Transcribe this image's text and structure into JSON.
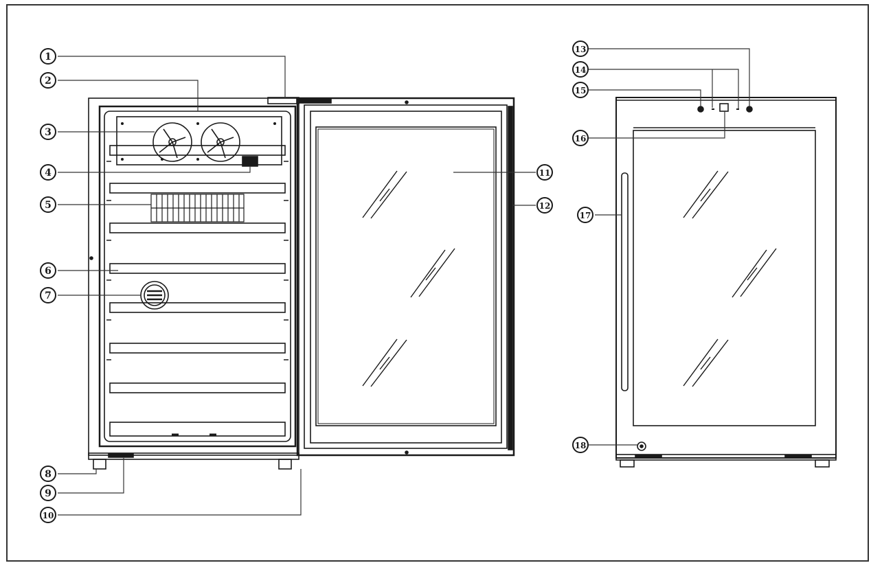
{
  "callouts": [
    {
      "id": "c1",
      "label": "1"
    },
    {
      "id": "c2",
      "label": "2"
    },
    {
      "id": "c3",
      "label": "3"
    },
    {
      "id": "c4",
      "label": "4"
    },
    {
      "id": "c5",
      "label": "5"
    },
    {
      "id": "c6",
      "label": "6"
    },
    {
      "id": "c7",
      "label": "7"
    },
    {
      "id": "c8",
      "label": "8"
    },
    {
      "id": "c9",
      "label": "9"
    },
    {
      "id": "c10",
      "label": "10"
    },
    {
      "id": "c11",
      "label": "11"
    },
    {
      "id": "c12",
      "label": "12"
    },
    {
      "id": "c13",
      "label": "13"
    },
    {
      "id": "c14",
      "label": "14"
    },
    {
      "id": "c15",
      "label": "15"
    },
    {
      "id": "c16",
      "label": "16"
    },
    {
      "id": "c17",
      "label": "17"
    },
    {
      "id": "c18",
      "label": "18"
    }
  ],
  "colors": {
    "line": "#1a1a1a",
    "leader": "#333333",
    "background": "#ffffff"
  }
}
